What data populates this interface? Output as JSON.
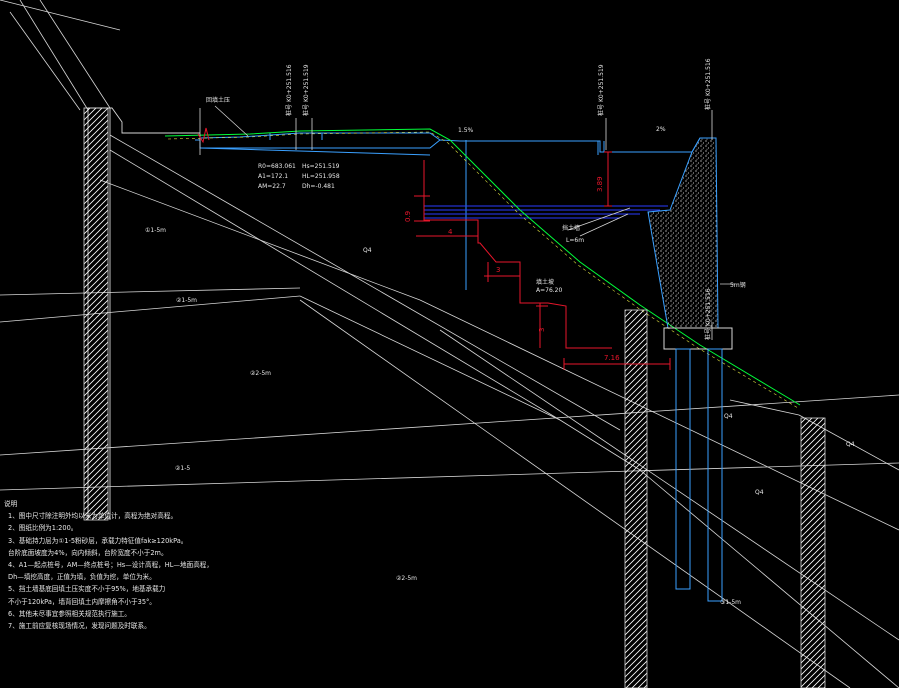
{
  "colors": {
    "background": "#000000",
    "line": "#d8d8d8",
    "structure_blue": "#3aa0ff",
    "water_blue": "#2a3cff",
    "dimension_red": "#e8162b",
    "design_green": "#00ff3a",
    "pile_hatch": "#ffffff"
  },
  "labels": {
    "road_label": "回填土压",
    "station_1": "K0+251.516",
    "station_1_pre": "桩号",
    "station_2": "K0+251.519",
    "station_2_pre": "桩号",
    "station_3": "K0+251.519",
    "station_3_pre": "桩号",
    "station_4": "K0+251.516",
    "station_4_pre": "桩号",
    "station_5": "K0+251.516",
    "station_5_pre": "桩号",
    "curve_r": "R0=683.061",
    "curve_a": "A1=172.1",
    "curve_am": "AM=22.7",
    "curve_hs": "Hs=251.519",
    "curve_hl": "HL=251.958",
    "curve_dh": "Dh=-0.481",
    "slope_1": "1.5%",
    "slope_2": "2%",
    "dim_09": "0.9",
    "dim_389": "3.89",
    "dim_4": "4",
    "dim_3a": "3",
    "dim_3b": "3",
    "dim_716": "7.16",
    "label_l": "挡土墙",
    "label_l2": "L=6m",
    "label_slope": "填土坡",
    "label_slope2": "A=76.20",
    "label_wall": "5m钢",
    "soil_1": "①1-5m",
    "soil_2": "②1-5m",
    "soil_3": "②2-5m",
    "soil_4": "②1-5",
    "soil_5": "②2-5m",
    "soil_6": "Q4",
    "soil_7": "Q4",
    "soil_8": "Q4",
    "soil_9": "Q4",
    "soil_10": "③1-5m"
  },
  "notes": {
    "title": "说明",
    "items": [
      "1、图中尺寸除注明外均以米为单位计，高程为绝对高程。",
      "2、图纸比例为1:200。",
      "3、基础持力层为①1-5粉砂层，承载力特征值fak≥120kPa。",
      "   台阶底面坡度为4%，向内倾斜，台阶宽度不小于2m。",
      "4、A1—起点桩号，AM—终点桩号；Hs—设计高程，HL—地面高程，",
      "   Dh—填挖高度，正值为填，负值为挖，单位为米。",
      "5、挡土墙基底回填土压实度不小于95%，地基承载力",
      "   不小于120kPa，墙背回填土内摩擦角不小于35°。",
      "6、其他未尽事宜参照相关规范执行施工。",
      "7、施工前应复核现场情况，发现问题及时联系。"
    ]
  }
}
